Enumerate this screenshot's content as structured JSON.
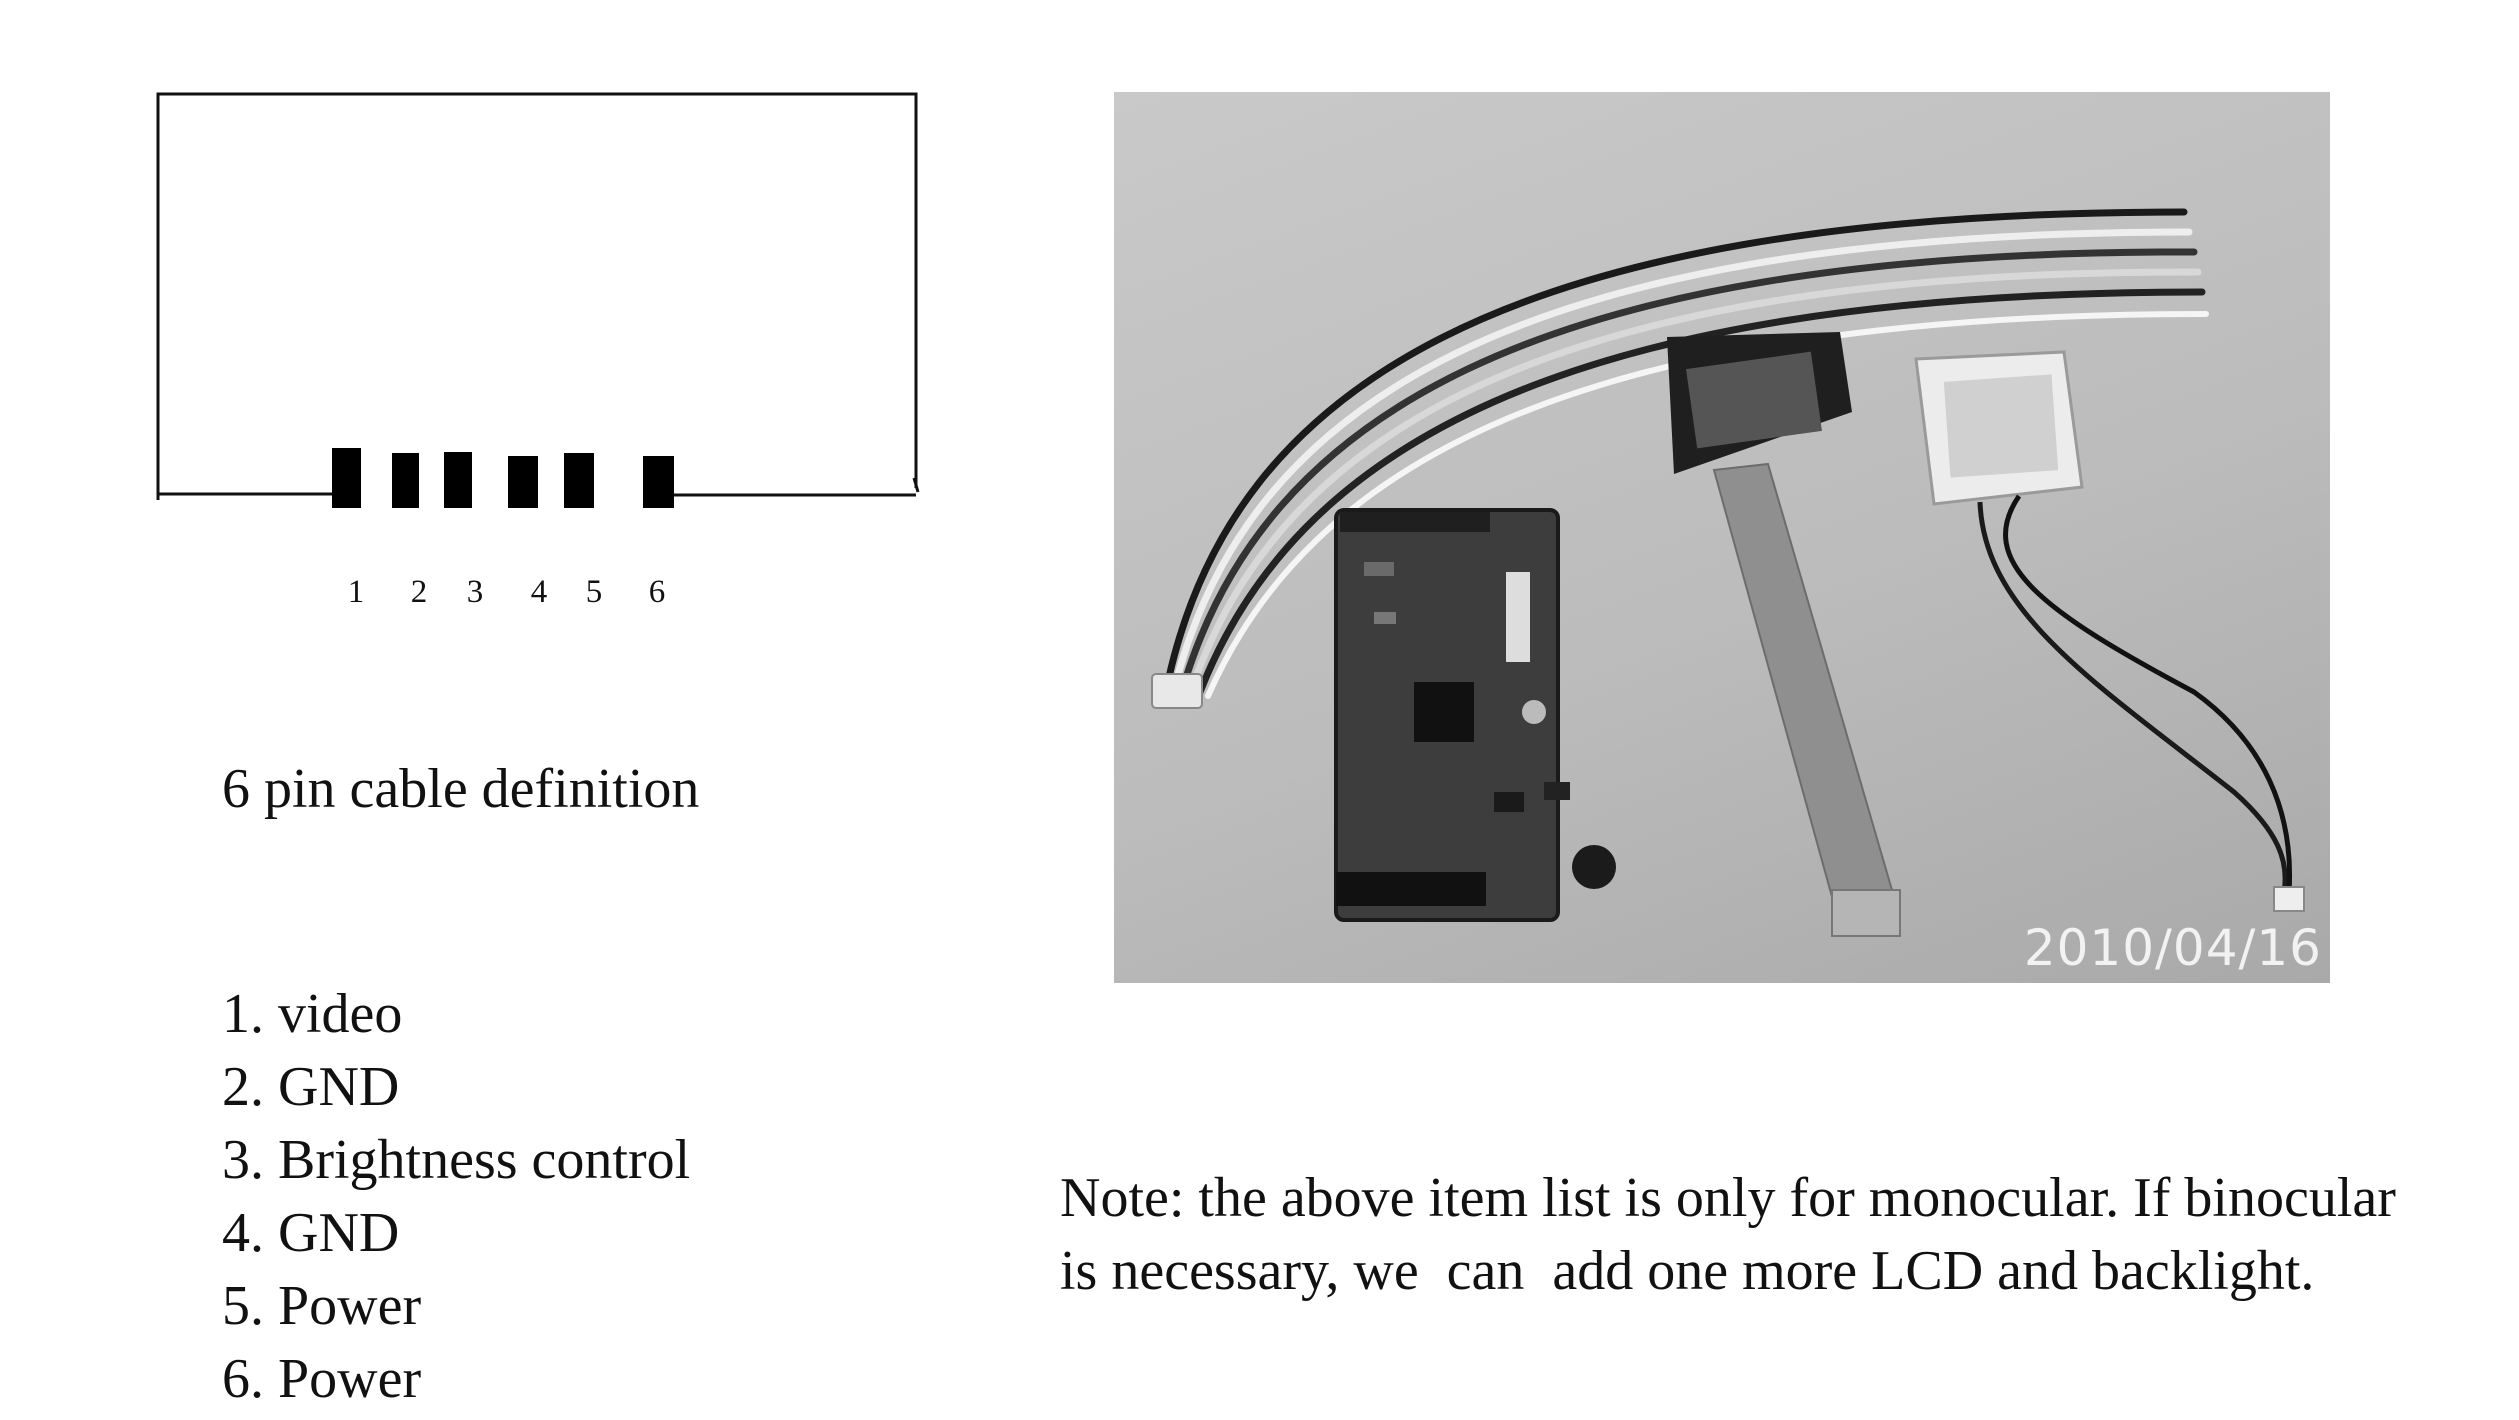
{
  "diagram": {
    "pin_labels": [
      "1",
      "2",
      "3",
      "4",
      "5",
      "6"
    ]
  },
  "caption": "6 pin cable definition",
  "pin_definitions": [
    "1. video",
    "2. GND",
    "3. Brightness control",
    "4. GND",
    "5. Power",
    "6. Power"
  ],
  "photo": {
    "date_stamp": "2010/04/16"
  },
  "note": {
    "line1": "Note: the above item list is only for monocular. If binocular",
    "line2": "is necessary, we  can  add one more LCD and backlight."
  }
}
